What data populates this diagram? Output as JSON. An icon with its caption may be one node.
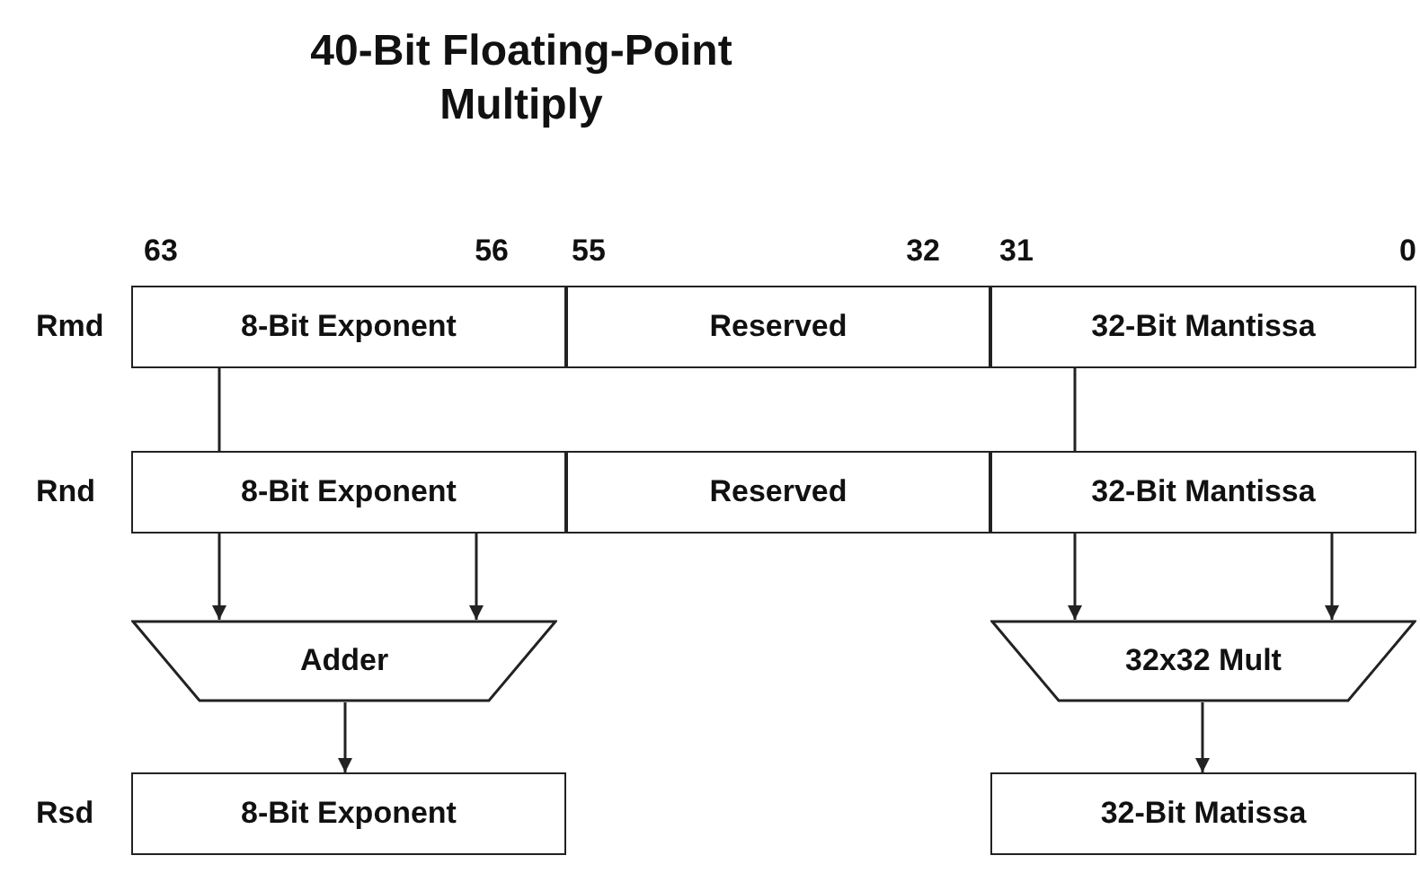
{
  "diagram": {
    "title": "40-Bit Floating-Point Multiply",
    "nodes": [
      {
        "text": [
          "8-Bit Exponent"
        ]
      },
      {
        "text": [
          "Reserved"
        ]
      },
      {
        "text": [
          "32-Bit Mantissa"
        ]
      },
      {
        "text": [
          "8-Bit Exponent"
        ]
      },
      {
        "text": [
          "Reserved"
        ]
      },
      {
        "text": [
          "32-Bit Mantissa"
        ]
      },
      {
        "text": [
          "Adder"
        ]
      },
      {
        "text": [
          "32x32 Mult"
        ]
      },
      {
        "text": [
          "8-Bit Exponent"
        ]
      },
      {
        "text": [
          "32-Bit Matissa"
        ]
      }
    ],
    "edges": [
      {
        "from": 0,
        "to": 3,
        "arrow": "none"
      },
      {
        "from": 2,
        "to": 5,
        "arrow": "none"
      },
      {
        "from": 3,
        "to": 6,
        "arrow": "to"
      },
      {
        "from": 3,
        "to": 6,
        "arrow": "to"
      },
      {
        "from": 5,
        "to": 7,
        "arrow": "to"
      },
      {
        "from": 5,
        "to": 7,
        "arrow": "to"
      },
      {
        "from": 6,
        "to": 8,
        "arrow": "to"
      },
      {
        "from": 7,
        "to": 9,
        "arrow": "to"
      }
    ],
    "labels": [
      "63",
      "56",
      "55",
      "32",
      "31",
      "0",
      "Rmd",
      "Rnd",
      "Rsd"
    ]
  }
}
